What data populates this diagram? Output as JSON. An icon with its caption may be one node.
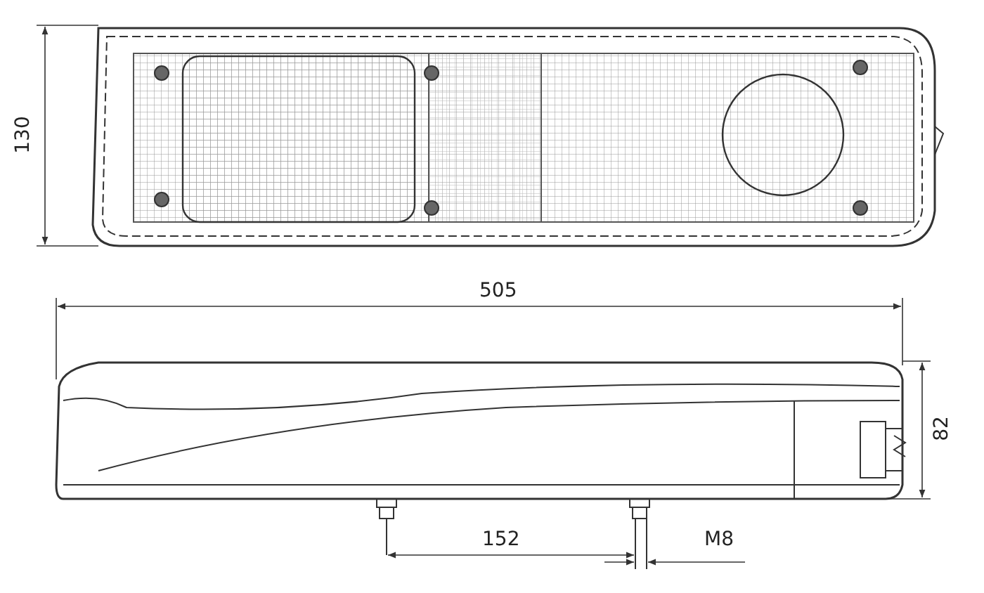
{
  "diagram": {
    "labels": [
      "130",
      "505",
      "82",
      "152",
      "M8"
    ]
  }
}
